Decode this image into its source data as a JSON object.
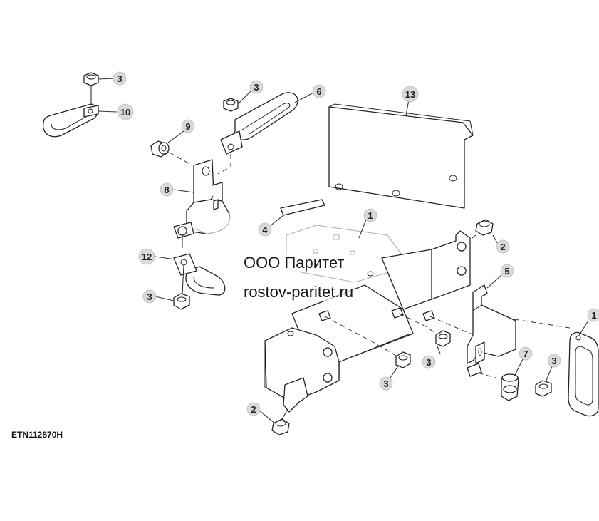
{
  "drawing_code": "ETN112870H",
  "watermark": {
    "company": "ООО Паритет",
    "website": "rostov-paritet.ru"
  },
  "callouts": {
    "c1": "1",
    "c2a": "2",
    "c2b": "2",
    "c3a": "3",
    "c3b": "3",
    "c3c": "3",
    "c3d": "3",
    "c3e": "3",
    "c3f": "3",
    "c4": "4",
    "c5": "5",
    "c6": "6",
    "c7": "7",
    "c8": "8",
    "c9": "9",
    "c10": "10",
    "c11": "1",
    "c12": "12",
    "c13": "13"
  }
}
